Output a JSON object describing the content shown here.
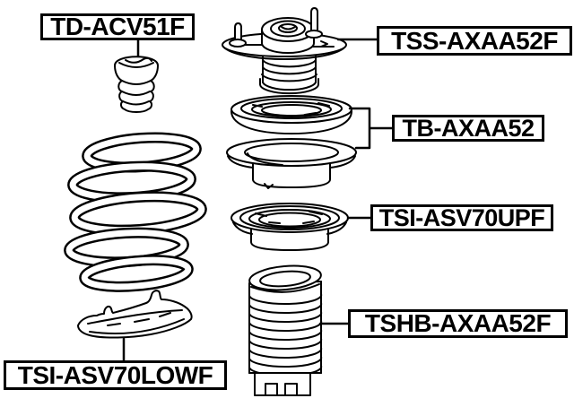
{
  "diagram": {
    "background_color": "#ffffff",
    "line_color": "#000000",
    "labels": {
      "bump_stop": "TD-ACV51F",
      "strut_mount": "TSS-AXAA52F",
      "bearing_kit": "TB-AXAA52",
      "upper_insulator": "TSI-ASV70UPF",
      "dust_boot": "TSHB-AXAA52F",
      "lower_insulator": "TSI-ASV70LOWF"
    }
  }
}
